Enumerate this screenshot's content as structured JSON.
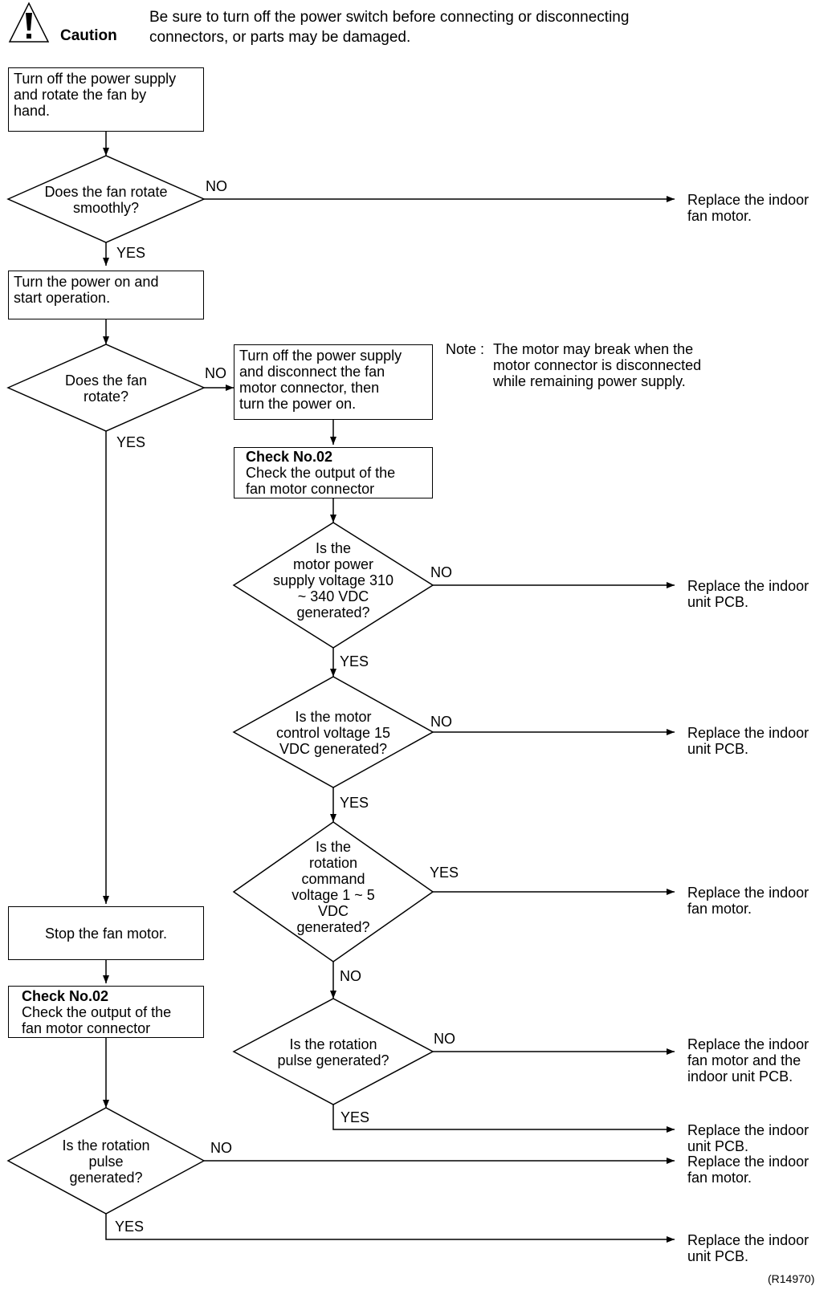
{
  "caution": {
    "label": "Caution",
    "message": "Be sure to turn off the power switch before connecting or disconnecting\nconnectors, or parts may be damaged."
  },
  "note": {
    "prefix": "Note :",
    "text": "The motor may break when the\nmotor connector is disconnected\nwhile remaining power supply."
  },
  "boxes": {
    "b1": "Turn off the power supply\nand rotate the fan by\nhand.",
    "b2": "Turn the power on and\nstart operation.",
    "b3": "Turn off the power supply\nand disconnect the fan\nmotor connector, then\nturn the power on.",
    "b4_title": "Check No.02",
    "b4_text": "Check the output of the\nfan motor connector",
    "b5": "Stop the fan motor.",
    "b6_title": "Check No.02",
    "b6_text": "Check the output of the\nfan motor connector"
  },
  "decisions": {
    "d1": "Does the fan rotate\nsmoothly?",
    "d2": "Does the fan\nrotate?",
    "d3": "Is the\nmotor power\nsupply voltage 310\n~ 340 VDC\ngenerated?",
    "d4": "Is the motor\ncontrol voltage 15\nVDC generated?",
    "d5": "Is the\nrotation\ncommand\nvoltage 1 ~ 5\nVDC\ngenerated?",
    "d6": "Is the rotation\npulse generated?",
    "d7": "Is the rotation\npulse\ngenerated?"
  },
  "labels": {
    "no": "NO",
    "yes": "YES"
  },
  "results": {
    "r1": "Replace the indoor\nfan motor.",
    "r2": "Replace the indoor\nunit PCB.",
    "r3": "Replace the indoor\nunit PCB.",
    "r4": "Replace the indoor\nfan motor.",
    "r5": "Replace the indoor\nfan motor and the\nindoor unit PCB.",
    "r6": "Replace the indoor\nunit PCB.",
    "r7": "Replace the indoor\nfan motor.",
    "r8": "Replace the indoor\nunit PCB."
  },
  "figure_id": "(R14970)"
}
